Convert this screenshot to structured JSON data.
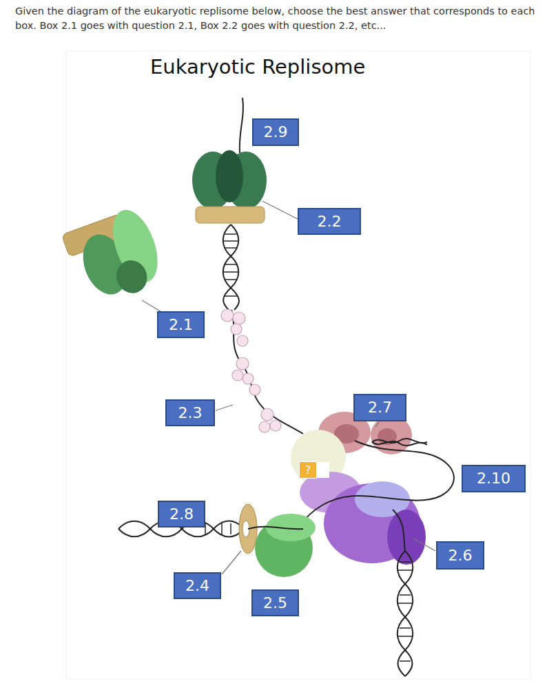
{
  "diagram": {
    "title": "Eukaryotic Replisome",
    "nodes": [
      {
        "text": [
          "2.9"
        ]
      },
      {
        "text": [
          "2.2"
        ]
      },
      {
        "text": [
          "2.1"
        ]
      },
      {
        "text": [
          "2.3"
        ]
      },
      {
        "text": [
          "2.7"
        ]
      },
      {
        "text": [
          "?"
        ]
      },
      {
        "text": [
          "2.10"
        ]
      },
      {
        "text": [
          "2.8"
        ]
      },
      {
        "text": [
          "2.6"
        ]
      },
      {
        "text": [
          "2.4"
        ]
      },
      {
        "text": [
          "2.5"
        ]
      }
    ],
    "labels": [
      "Given the diagram of the eukaryotic replisome below, choose the best answer that corresponds to each box. Box 2.1 goes with question 2.1, Box 2.2 goes with question 2.2, etc..."
    ]
  }
}
